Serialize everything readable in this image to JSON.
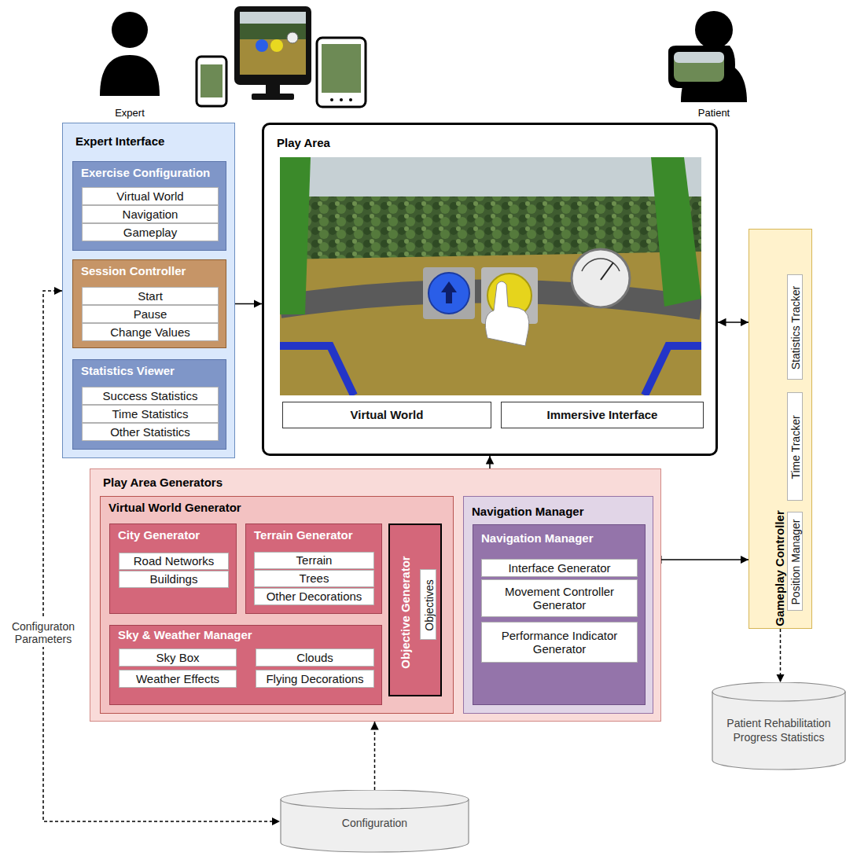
{
  "diagram": {
    "nodes": [
      {
        "text": [
          "Expert Interface"
        ]
      },
      {
        "text": [
          "Exercise Configuration"
        ],
        "in": 0
      },
      {
        "text": [
          "Virtual World"
        ],
        "in": 1
      },
      {
        "text": [
          "Navigation"
        ],
        "in": 1
      },
      {
        "text": [
          "Gameplay"
        ],
        "in": 1
      },
      {
        "text": [
          "Session Controller"
        ],
        "in": 0
      },
      {
        "text": [
          "Start"
        ],
        "in": 5
      },
      {
        "text": [
          "Pause"
        ],
        "in": 5
      },
      {
        "text": [
          "Change Values"
        ],
        "in": 5
      },
      {
        "text": [
          "Statistics Viewer"
        ],
        "in": 0
      },
      {
        "text": [
          "Success Statistics"
        ],
        "in": 9
      },
      {
        "text": [
          "Time Statistics"
        ],
        "in": 9
      },
      {
        "text": [
          "Other Statistics"
        ],
        "in": 9
      },
      {
        "text": [
          "Play Area"
        ]
      },
      {
        "text": [
          "Virtual World"
        ],
        "in": 13
      },
      {
        "text": [
          "Immersive Interface"
        ],
        "in": 13
      },
      {
        "text": [
          "Gameplay Controller"
        ]
      },
      {
        "text": [
          "Statistics Tracker"
        ],
        "in": 16
      },
      {
        "text": [
          "Time Tracker"
        ],
        "in": 16
      },
      {
        "text": [
          "Position Manager"
        ],
        "in": 16
      },
      {
        "text": [
          "Play Area Generators"
        ]
      },
      {
        "text": [
          "Virtual World Generator"
        ],
        "in": 20
      },
      {
        "text": [
          "City Generator"
        ],
        "in": 21
      },
      {
        "text": [
          "Road Networks"
        ],
        "in": 22
      },
      {
        "text": [
          "Buildings"
        ],
        "in": 22
      },
      {
        "text": [
          "Terrain Generator"
        ],
        "in": 21
      },
      {
        "text": [
          "Terrain"
        ],
        "in": 25
      },
      {
        "text": [
          "Trees"
        ],
        "in": 25
      },
      {
        "text": [
          "Other Decorations"
        ],
        "in": 25
      },
      {
        "text": [
          "Sky & Weather Manager"
        ],
        "in": 21
      },
      {
        "text": [
          "Sky Box"
        ],
        "in": 29
      },
      {
        "text": [
          "Clouds"
        ],
        "in": 29
      },
      {
        "text": [
          "Weather Effects"
        ],
        "in": 29
      },
      {
        "text": [
          "Flying Decorations"
        ],
        "in": 29
      },
      {
        "text": [
          "Objective Generator"
        ],
        "in": 21
      },
      {
        "text": [
          "Objectives"
        ],
        "in": 34
      },
      {
        "text": [
          "Navigation Manager"
        ],
        "in": 20
      },
      {
        "text": [
          "Navigation Manager"
        ],
        "in": 36
      },
      {
        "text": [
          "Interface Generator"
        ],
        "in": 37
      },
      {
        "text": [
          "Movement Controller Generator"
        ],
        "in": 37
      },
      {
        "text": [
          "Performance Indicator Generator"
        ],
        "in": 37
      },
      {
        "text": [
          "Patient Rehabilitation Progress Statistics"
        ]
      },
      {
        "text": [
          "Configuration"
        ]
      }
    ],
    "edges": [
      {
        "from": 5,
        "to": 13,
        "arrow": "both"
      },
      {
        "from": 13,
        "to": 16,
        "arrow": "both"
      },
      {
        "from": 20,
        "to": 13,
        "arrow": "to"
      },
      {
        "from": 36,
        "to": 16,
        "arrow": "both"
      },
      {
        "from": 16,
        "to": 41,
        "arrow": "to"
      },
      {
        "from": 42,
        "to": 20,
        "arrow": "to"
      },
      {
        "from": 0,
        "to": 42,
        "label": "Configuraton Parameters",
        "arrow": "both"
      }
    ],
    "labels": [
      "Expert",
      "Patient"
    ]
  }
}
